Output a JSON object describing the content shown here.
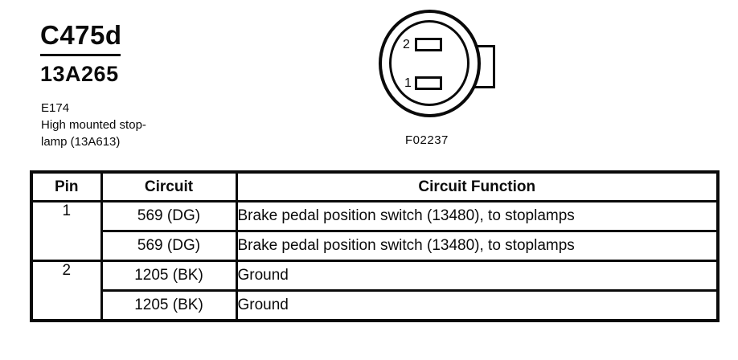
{
  "page": {
    "connector_id": "C475d",
    "part_number": "13A265",
    "location": {
      "code": "E174",
      "description_line1": "High mounted stop-",
      "description_line2": "lamp (13A613)"
    },
    "figure_label": "F02237",
    "colors": {
      "ink": "#0a0a0a",
      "paper": "#ffffff"
    }
  },
  "connector": {
    "pin_labels": [
      "2",
      "1"
    ]
  },
  "table": {
    "headers": [
      "Pin",
      "Circuit",
      "Circuit Function"
    ],
    "rows": [
      {
        "pin": "1",
        "circuit": "569 (DG)",
        "function": "Brake pedal position switch (13480), to stoplamps"
      },
      {
        "pin": "",
        "circuit": "569 (DG)",
        "function": "Brake pedal position switch (13480), to stoplamps"
      },
      {
        "pin": "2",
        "circuit": "1205 (BK)",
        "function": "Ground"
      },
      {
        "pin": "",
        "circuit": "1205 (BK)",
        "function": "Ground"
      }
    ]
  }
}
